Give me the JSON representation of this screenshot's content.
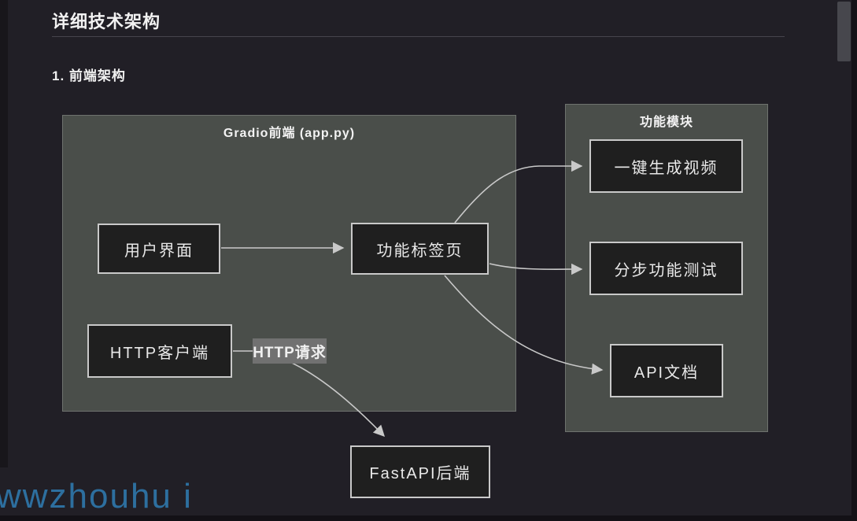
{
  "page": {
    "title": "详细技术架构",
    "section": "1. 前端架构",
    "watermark": "wwzhouhu i"
  },
  "diagram": {
    "type": "flowchart",
    "containers": {
      "gradio_frontend": {
        "title": "Gradio前端 (app.py)"
      },
      "function_modules": {
        "title": "功能模块"
      }
    },
    "nodes": {
      "user_interface": "用户界面",
      "function_tabs": "功能标签页",
      "http_client": "HTTP客户端",
      "one_click_video": "一键生成视频",
      "step_test": "分步功能测试",
      "api_docs": "API文档",
      "fastapi_backend": "FastAPI后端"
    },
    "edge_labels": {
      "http_request": "HTTP请求"
    },
    "edges": [
      {
        "from": "user_interface",
        "to": "function_tabs"
      },
      {
        "from": "function_tabs",
        "to": "one_click_video"
      },
      {
        "from": "function_tabs",
        "to": "step_test"
      },
      {
        "from": "function_tabs",
        "to": "api_docs"
      },
      {
        "from": "http_client",
        "to": "fastapi_backend",
        "label": "HTTP请求"
      }
    ],
    "colors": {
      "page_bg": "#211f26",
      "container_fill": "#4a4e4a",
      "container_border": "#6e726e",
      "node_fill": "#1f1f1f",
      "node_border": "#c9c9c9",
      "edge_stroke": "#c9c9c9",
      "edge_label_bg": "#717171",
      "text": "#e9e9e9",
      "watermark_blue": "#2d6f9f",
      "scrollbar_thumb": "#47474d"
    }
  }
}
